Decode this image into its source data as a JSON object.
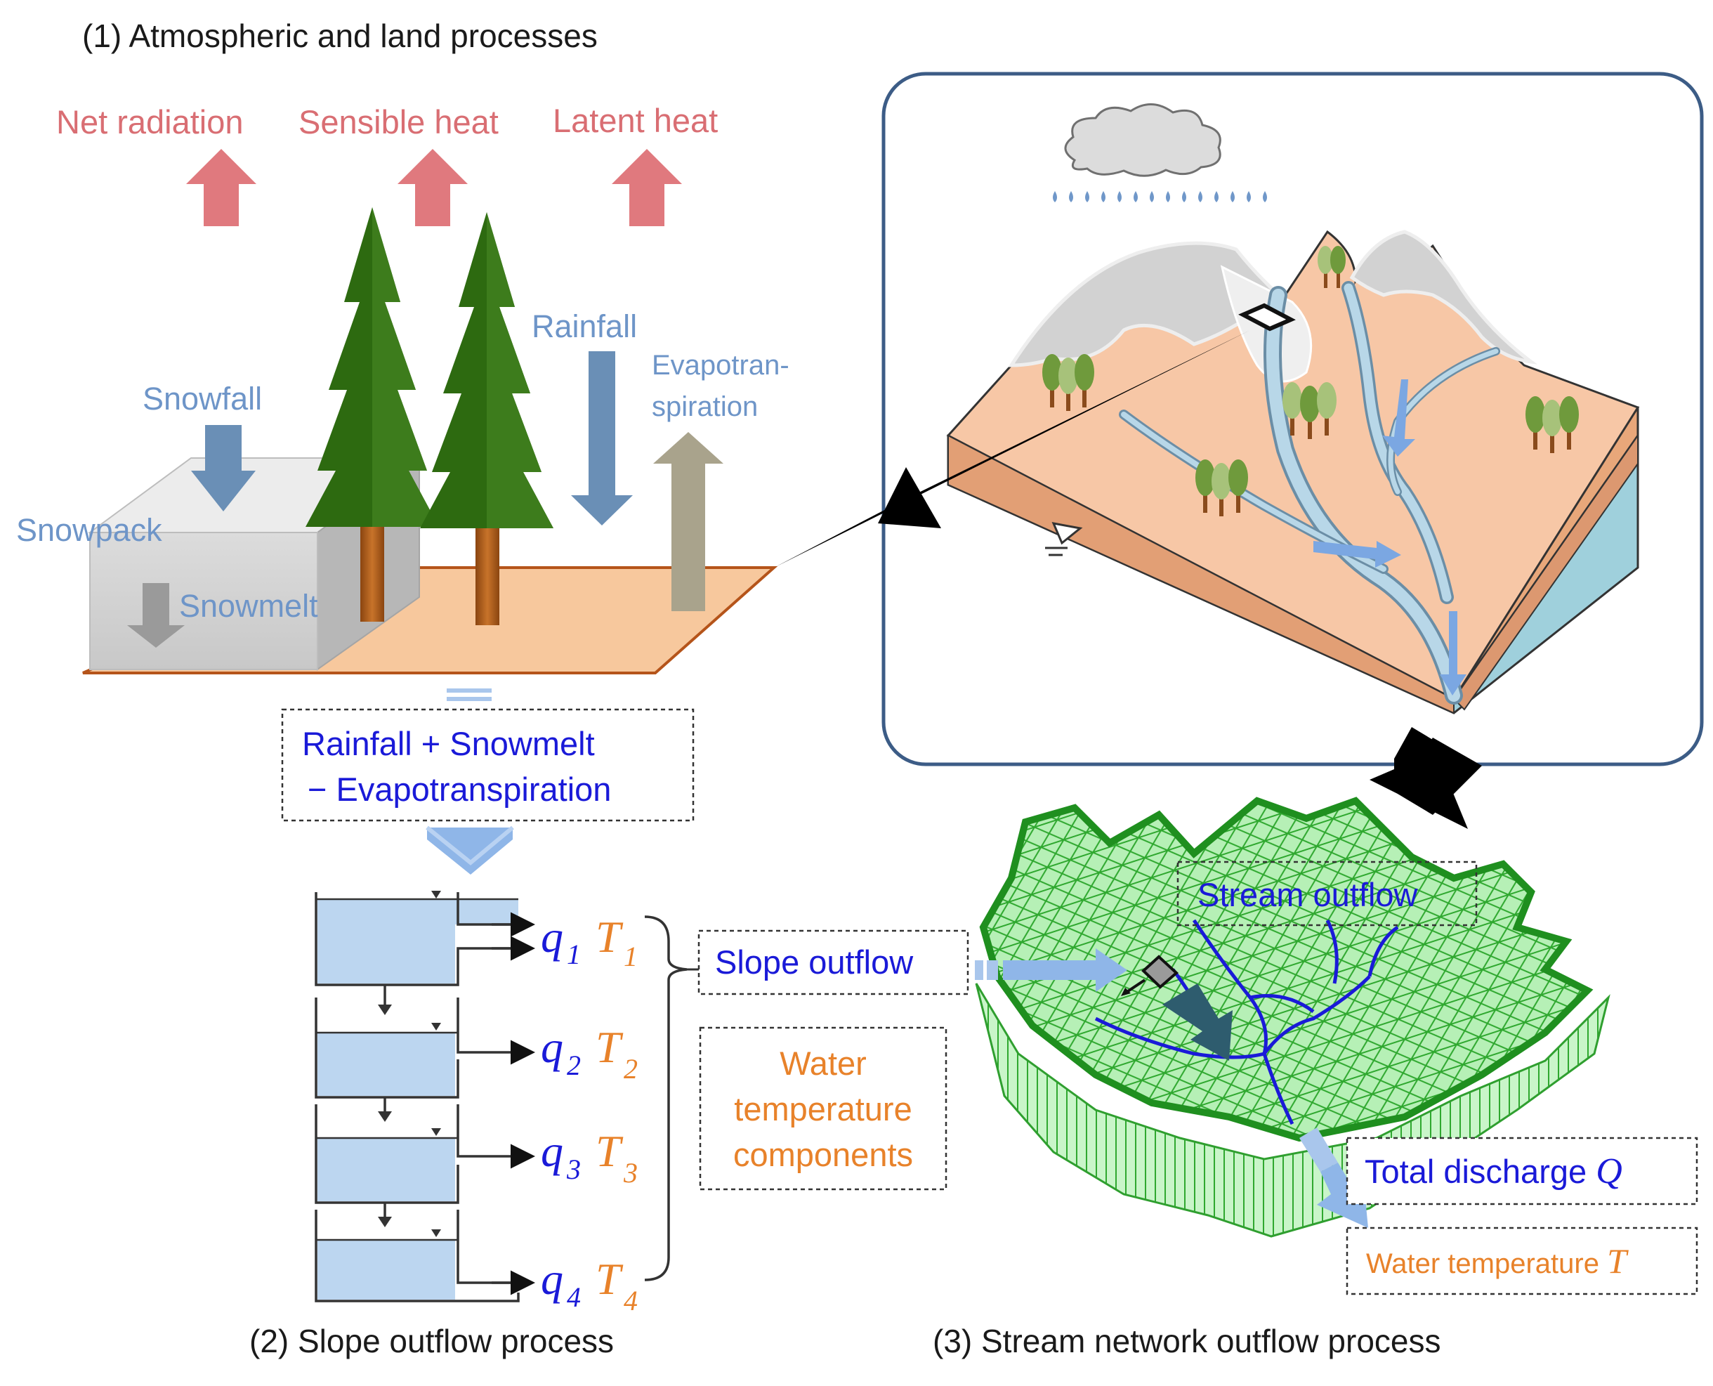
{
  "section_titles": {
    "atmospheric": "(1) Atmospheric and land processes",
    "slope": "(2) Slope outflow process",
    "stream": "(3) Stream network outflow process"
  },
  "heat_fluxes": {
    "net_radiation": "Net radiation",
    "sensible_heat": "Sensible heat",
    "latent_heat": "Latent heat"
  },
  "land_labels": {
    "rainfall": "Rainfall",
    "evapo_line1": "Evapotran-",
    "evapo_line2": "spiration",
    "snowfall": "Snowfall",
    "snowpack": "Snowpack",
    "snowmelt": "Snowmelt"
  },
  "water_balance": {
    "line1": "Rainfall + Snowmelt",
    "line2": "− Evapotranspiration"
  },
  "tank_outputs": [
    {
      "q": "q",
      "t": "T",
      "sub": "1"
    },
    {
      "q": "q",
      "t": "T",
      "sub": "2"
    },
    {
      "q": "q",
      "t": "T",
      "sub": "3"
    },
    {
      "q": "q",
      "t": "T",
      "sub": "4"
    }
  ],
  "slope_outflow_label": "Slope outflow",
  "water_temp_components": {
    "line1": "Water",
    "line2": "temperature",
    "line3": "components"
  },
  "stream_outflow_label": "Stream outflow",
  "total_discharge": {
    "text": "Total discharge ",
    "symbol": "Q"
  },
  "water_temperature": {
    "text": "Water temperature ",
    "symbol": "T"
  },
  "colors": {
    "heat_red": "#e07b7f",
    "label_blue": "#6e95c8",
    "dark_blue": "#1a1ad8",
    "orange": "#e8822a",
    "tree_green": "#2f6a12",
    "trunk_brown": "#b8621c",
    "ground": "#f6c59a",
    "tank_blue": "#bcd6f0",
    "mesh_green": "#2fb02f"
  }
}
